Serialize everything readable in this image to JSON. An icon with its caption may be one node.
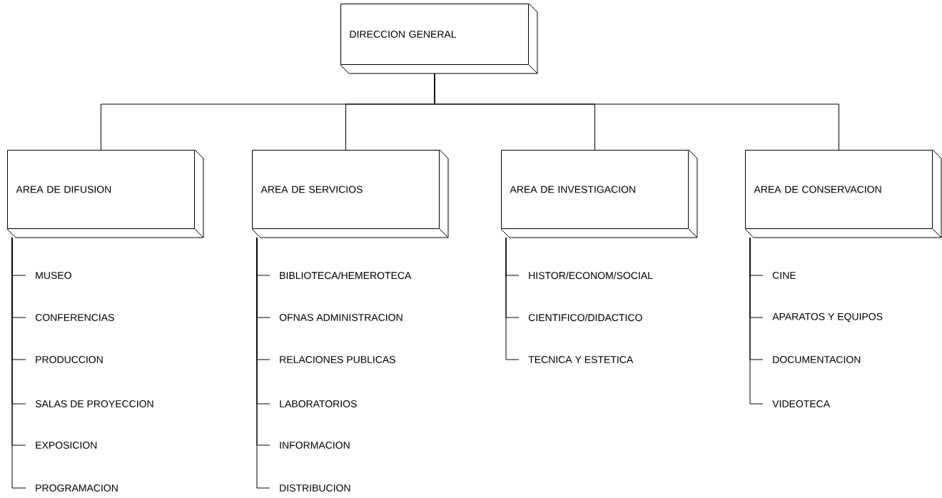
{
  "diagram": {
    "nodes": [
      {
        "text": [
          "DIRECCION GENERAL"
        ]
      },
      {
        "text": [
          "AREA DE DIFUSION"
        ]
      },
      {
        "text": [
          "AREA DE SERVICIOS"
        ]
      },
      {
        "text": [
          "AREA DE INVESTIGACION"
        ]
      },
      {
        "text": [
          "AREA DE CONSERVACION"
        ]
      },
      {
        "text": [
          "MUSEO"
        ]
      },
      {
        "text": [
          "CONFERENCIAS"
        ]
      },
      {
        "text": [
          "PRODUCCION"
        ]
      },
      {
        "text": [
          "SALAS DE PROYECCION"
        ]
      },
      {
        "text": [
          "EXPOSICION"
        ]
      },
      {
        "text": [
          "PROGRAMACION"
        ]
      },
      {
        "text": [
          "BIBLIOTECA/HEMEROTECA"
        ]
      },
      {
        "text": [
          "OFNAS ADMINISTRACION"
        ]
      },
      {
        "text": [
          "RELACIONES PUBLICAS"
        ]
      },
      {
        "text": [
          "LABORATORIOS"
        ]
      },
      {
        "text": [
          "INFORMACION"
        ]
      },
      {
        "text": [
          "DISTRIBUCION"
        ]
      },
      {
        "text": [
          "HISTOR/ECONOM/SOCIAL"
        ]
      },
      {
        "text": [
          "CIENTIFICO/DIDACTICO"
        ]
      },
      {
        "text": [
          "TECNICA Y ESTETICA"
        ]
      },
      {
        "text": [
          "CINE"
        ]
      },
      {
        "text": [
          "APARATOS Y EQUIPOS"
        ]
      },
      {
        "text": [
          "DOCUMENTACION"
        ]
      },
      {
        "text": [
          "VIDEOTECA"
        ]
      }
    ],
    "edges": [
      {
        "from": 0,
        "to": 1,
        "arrow": "none"
      },
      {
        "from": 0,
        "to": 2,
        "arrow": "none"
      },
      {
        "from": 0,
        "to": 3,
        "arrow": "none"
      },
      {
        "from": 0,
        "to": 4,
        "arrow": "none"
      },
      {
        "from": 1,
        "to": 5,
        "arrow": "none"
      },
      {
        "from": 1,
        "to": 6,
        "arrow": "none"
      },
      {
        "from": 1,
        "to": 7,
        "arrow": "none"
      },
      {
        "from": 1,
        "to": 8,
        "arrow": "none"
      },
      {
        "from": 1,
        "to": 9,
        "arrow": "none"
      },
      {
        "from": 1,
        "to": 10,
        "arrow": "none"
      },
      {
        "from": 2,
        "to": 11,
        "arrow": "none"
      },
      {
        "from": 2,
        "to": 12,
        "arrow": "none"
      },
      {
        "from": 2,
        "to": 13,
        "arrow": "none"
      },
      {
        "from": 2,
        "to": 14,
        "arrow": "none"
      },
      {
        "from": 2,
        "to": 15,
        "arrow": "none"
      },
      {
        "from": 2,
        "to": 16,
        "arrow": "none"
      },
      {
        "from": 3,
        "to": 17,
        "arrow": "none"
      },
      {
        "from": 3,
        "to": 18,
        "arrow": "none"
      },
      {
        "from": 3,
        "to": 19,
        "arrow": "none"
      },
      {
        "from": 4,
        "to": 20,
        "arrow": "none"
      },
      {
        "from": 4,
        "to": 21,
        "arrow": "none"
      },
      {
        "from": 4,
        "to": 22,
        "arrow": "none"
      },
      {
        "from": 4,
        "to": 23,
        "arrow": "none"
      }
    ]
  }
}
